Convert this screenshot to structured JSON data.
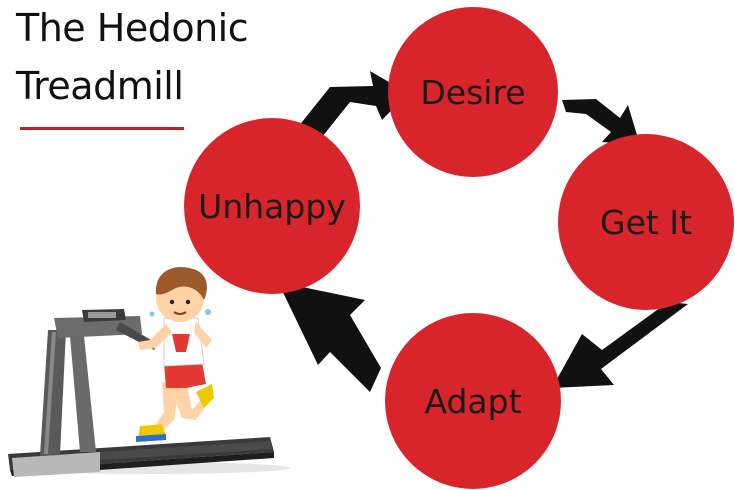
{
  "title": {
    "line1": "The Hedonic",
    "line2": "Treadmill"
  },
  "cycle": {
    "nodes": [
      {
        "id": "desire",
        "label": "Desire"
      },
      {
        "id": "get-it",
        "label": "Get It"
      },
      {
        "id": "adapt",
        "label": "Adapt"
      },
      {
        "id": "unhappy",
        "label": "Unhappy"
      }
    ],
    "flow": [
      "Desire",
      "Get It",
      "Adapt",
      "Unhappy",
      "Desire"
    ]
  },
  "colors": {
    "node_fill": "#d8252b",
    "arrow": "#111111",
    "title_rule": "#b4262c",
    "text": "#111111"
  },
  "illustration": {
    "icon": "boy-running-on-treadmill-icon"
  }
}
